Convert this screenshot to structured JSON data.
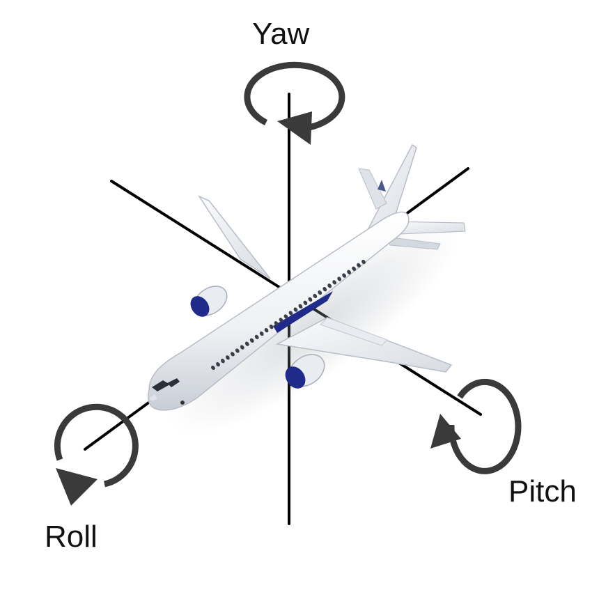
{
  "labels": {
    "yaw": "Yaw",
    "pitch": "Pitch",
    "roll": "Roll"
  },
  "colors": {
    "axis_line": "#000000",
    "rotation_arrow": "#3a3a3a",
    "fuselage": "#f4f5f7",
    "engine_accent": "#1f2a8a",
    "label_text": "#111111"
  },
  "icons": {
    "aircraft": "airplane-illustration",
    "yaw_rotation": "circular-arrow-icon",
    "pitch_rotation": "circular-arrow-icon",
    "roll_rotation": "circular-arrow-icon"
  }
}
